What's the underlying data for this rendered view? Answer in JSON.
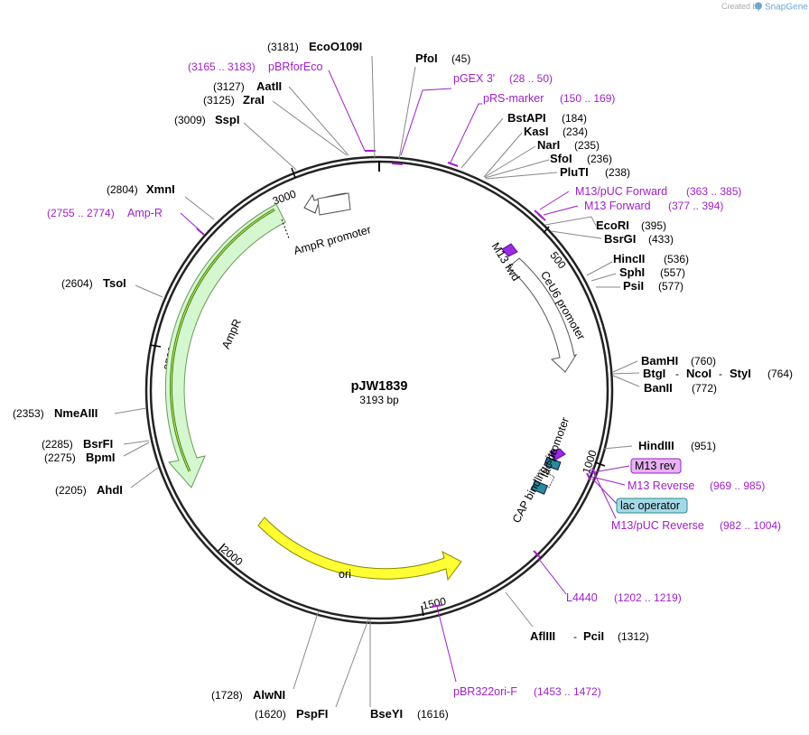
{
  "watermark": {
    "created_by": "Created by",
    "brand": "SnapGene"
  },
  "plasmid": {
    "name": "pJW1839",
    "size": "3193 bp"
  },
  "sites": [
    {
      "pos": "(3181)",
      "name": "EcoO109I"
    },
    {
      "pos": "(45)",
      "name": "PfoI"
    },
    {
      "pos": "(3127)",
      "name": "AatII"
    },
    {
      "pos": "(3125)",
      "name": "ZraI"
    },
    {
      "pos": "(3009)",
      "name": "SspI"
    },
    {
      "pos": "(184)",
      "name": "BstAPI"
    },
    {
      "pos": "(234)",
      "name": "KasI"
    },
    {
      "pos": "(235)",
      "name": "NarI"
    },
    {
      "pos": "(236)",
      "name": "SfoI"
    },
    {
      "pos": "(238)",
      "name": "PluTI"
    },
    {
      "pos": "(2804)",
      "name": "XmnI"
    },
    {
      "pos": "(395)",
      "name": "EcoRI"
    },
    {
      "pos": "(433)",
      "name": "BsrGI"
    },
    {
      "pos": "(536)",
      "name": "HincII"
    },
    {
      "pos": "(557)",
      "name": "SphI"
    },
    {
      "pos": "(577)",
      "name": "PsiI"
    },
    {
      "pos": "(2604)",
      "name": "TsoI"
    },
    {
      "pos": "(760)",
      "name": "BamHI"
    },
    {
      "pos": "(772)",
      "name": "BanII"
    },
    {
      "pos": "(2353)",
      "name": "NmeAIII"
    },
    {
      "pos": "(2285)",
      "name": "BsrFI"
    },
    {
      "pos": "(2275)",
      "name": "BpmI"
    },
    {
      "pos": "(2205)",
      "name": "AhdI"
    },
    {
      "pos": "(951)",
      "name": "HindIII"
    },
    {
      "pos": "(1728)",
      "name": "AlwNI"
    },
    {
      "pos": "(1620)",
      "name": "PspFI"
    },
    {
      "pos": "(1616)",
      "name": "BseYI"
    }
  ],
  "site_multi": {
    "btgi": "BtgI",
    "sep1": "-",
    "ncoi": "NcoI",
    "sep2": "-",
    "styi": "StyI",
    "pos": "(764)"
  },
  "site_afliii": {
    "afliii": "AflIII",
    "sep": "-",
    "pcii": "PciI",
    "pos": "(1312)"
  },
  "primers": [
    {
      "range": "(3165 .. 3183)",
      "name": "pBRforEco"
    },
    {
      "name": "pGEX 3'",
      "range": "(28 .. 50)"
    },
    {
      "name": "pRS-marker",
      "range": "(150 .. 169)"
    },
    {
      "name": "M13/pUC Forward",
      "range": "(363 .. 385)"
    },
    {
      "name": "M13 Forward",
      "range": "(377 .. 394)"
    },
    {
      "range": "(2755 .. 2774)",
      "name": "Amp-R"
    },
    {
      "name": "M13 Reverse",
      "range": "(969 .. 985)"
    },
    {
      "name": "M13/pUC Reverse",
      "range": "(982 .. 1004)"
    },
    {
      "name": "L4440",
      "range": "(1202 .. 1219)"
    },
    {
      "name": "pBR322ori-F",
      "range": "(1453 .. 1472)"
    }
  ],
  "boxed_features": [
    {
      "name": "M13 rev",
      "color": "#e6b3f2"
    },
    {
      "name": "lac operator",
      "color": "#a6d9e6"
    }
  ],
  "ticks": [
    "500",
    "1000",
    "1500",
    "2000",
    "2500",
    "3000"
  ],
  "features": [
    {
      "name": "AmpR promoter"
    },
    {
      "name": "AmpR"
    },
    {
      "name": "ori"
    },
    {
      "name": "CeU6 promoter"
    },
    {
      "name": "M13 fwd"
    },
    {
      "name": "lac promoter"
    },
    {
      "name": "CAP binding site"
    }
  ],
  "colors": {
    "backbone": "#222222",
    "primer": "#a020c8",
    "ampr_fill": "#ccf5c8",
    "ori_fill": "#ffff00",
    "lac_operator": "#2a8a9a",
    "m13_fwd": "#8a2be2"
  }
}
